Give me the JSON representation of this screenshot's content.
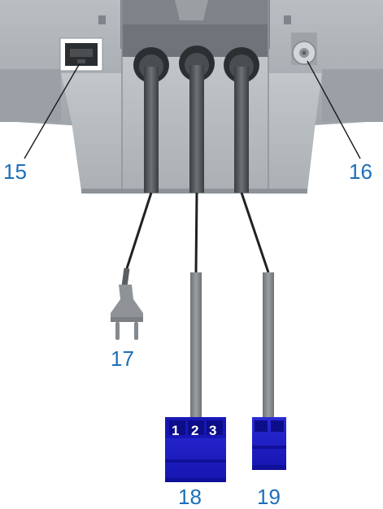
{
  "colors": {
    "callout": "#1d6fb8",
    "housing": "#a7adb2",
    "housing_dark": "#8c9398",
    "cable": "#5a5e61",
    "cord": "#1f2224",
    "plug_grey": "#8f9397",
    "connector_blue": "#1f1fc4"
  },
  "callouts": {
    "c15": "15",
    "c16": "16",
    "c17": "17",
    "c18": "18",
    "c19": "19"
  },
  "connector_pins": {
    "p1": "1",
    "p2": "2",
    "p3": "3"
  }
}
